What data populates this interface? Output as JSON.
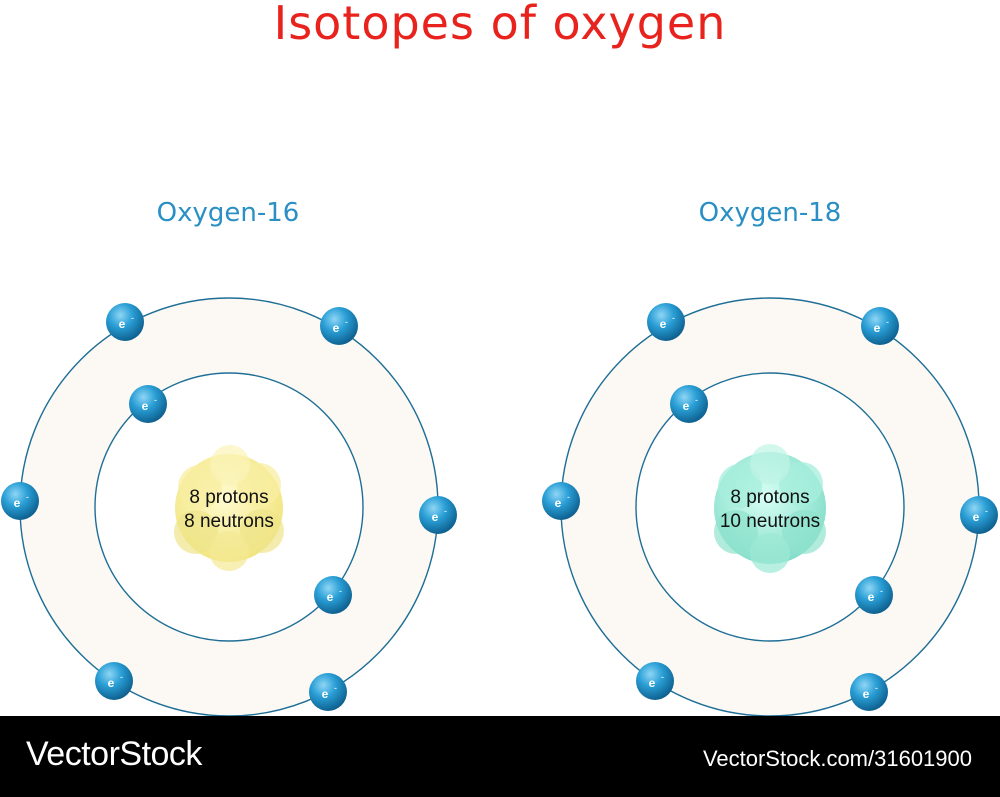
{
  "title": "Isotopes of oxygen",
  "atoms": [
    {
      "label": "Oxygen-16",
      "nucleus": {
        "protons": "8 protons",
        "neutrons": "8 neutrons"
      },
      "electron_symbol": "e",
      "electron_charge": "-",
      "shells": [
        2,
        6
      ],
      "nucleus_color": "#f6ec8c"
    },
    {
      "label": "Oxygen-18",
      "nucleus": {
        "protons": "8 protons",
        "neutrons": "10 neutrons"
      },
      "electron_symbol": "e",
      "electron_charge": "-",
      "shells": [
        2,
        6
      ],
      "nucleus_color": "#8fe6d4"
    }
  ],
  "footer": {
    "brand": "VectorStock",
    "stock_id": "VectorStock.com/31601900"
  },
  "colors": {
    "title": "#e8231e",
    "label": "#2a8fc4",
    "electron": "#1f8fc4",
    "orbit_ring": "#1e6e96",
    "orbit_fill": "#fcf9f4"
  }
}
